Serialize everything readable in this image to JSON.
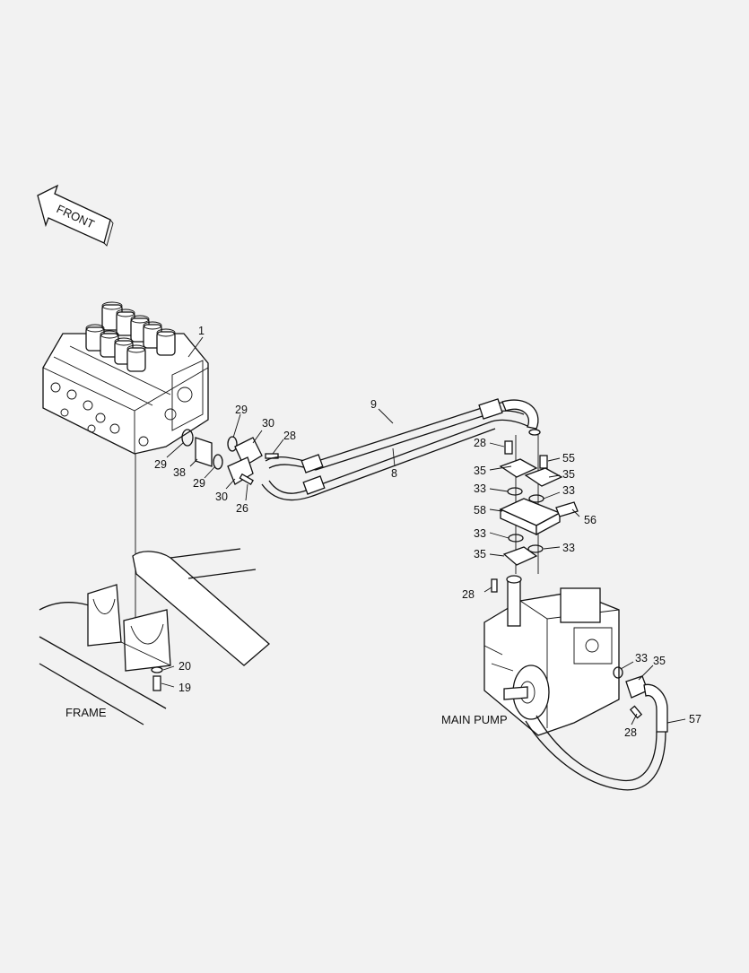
{
  "diagram": {
    "front_label": "FRONT",
    "frame_label": "FRAME",
    "main_pump_label": "MAIN PUMP",
    "part_numbers": {
      "control_valve": "1",
      "hose_upper": "9",
      "hose_lower": "8",
      "oring_29_top": "29",
      "oring_29_left": "29",
      "oring_29_mid": "29",
      "flange_30_top": "30",
      "flange_30_bottom": "30",
      "plate_38": "38",
      "bolt_28_valve": "28",
      "bolt_26": "26",
      "bolt_28_block_top": "28",
      "bolt_55": "55",
      "flange_35_left": "35",
      "flange_35_right": "35",
      "oring_33_upper_left": "33",
      "oring_33_upper_right": "33",
      "block_58": "58",
      "sensor_56": "56",
      "oring_33_lower_left": "33",
      "oring_33_lower_right": "33",
      "flange_35_lower": "35",
      "bolt_28_pump_left": "28",
      "washer_20": "20",
      "bolt_19": "19",
      "oring_33_pump": "33",
      "flange_35_pump": "35",
      "hose_57": "57",
      "bolt_28_pump_right": "28"
    }
  }
}
